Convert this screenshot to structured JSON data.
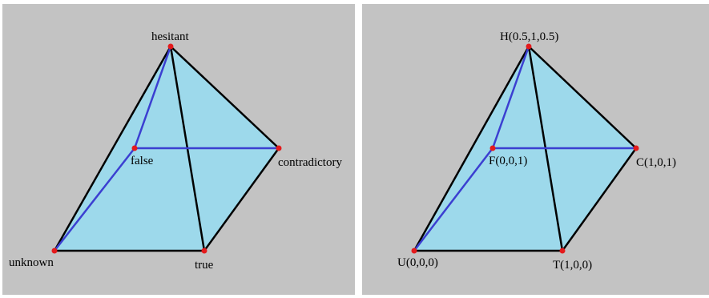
{
  "colors": {
    "panel_bg": "#c3c3c3",
    "face_fill": "#9dd9eb",
    "edge_black": "#000000",
    "edge_blue": "#3b3fd1",
    "vertex_red": "#e41a1c"
  },
  "panels": [
    {
      "labels": {
        "hesitant": "hesitant",
        "false": "false",
        "contradictory": "contradictory",
        "unknown": "unknown",
        "true": "true"
      }
    },
    {
      "labels": {
        "hesitant": "H(0.5,1,0.5)",
        "false": "F(0,0,1)",
        "contradictory": "C(1,0,1)",
        "unknown": "U(0,0,0)",
        "true": "T(1,0,0)"
      }
    }
  ]
}
